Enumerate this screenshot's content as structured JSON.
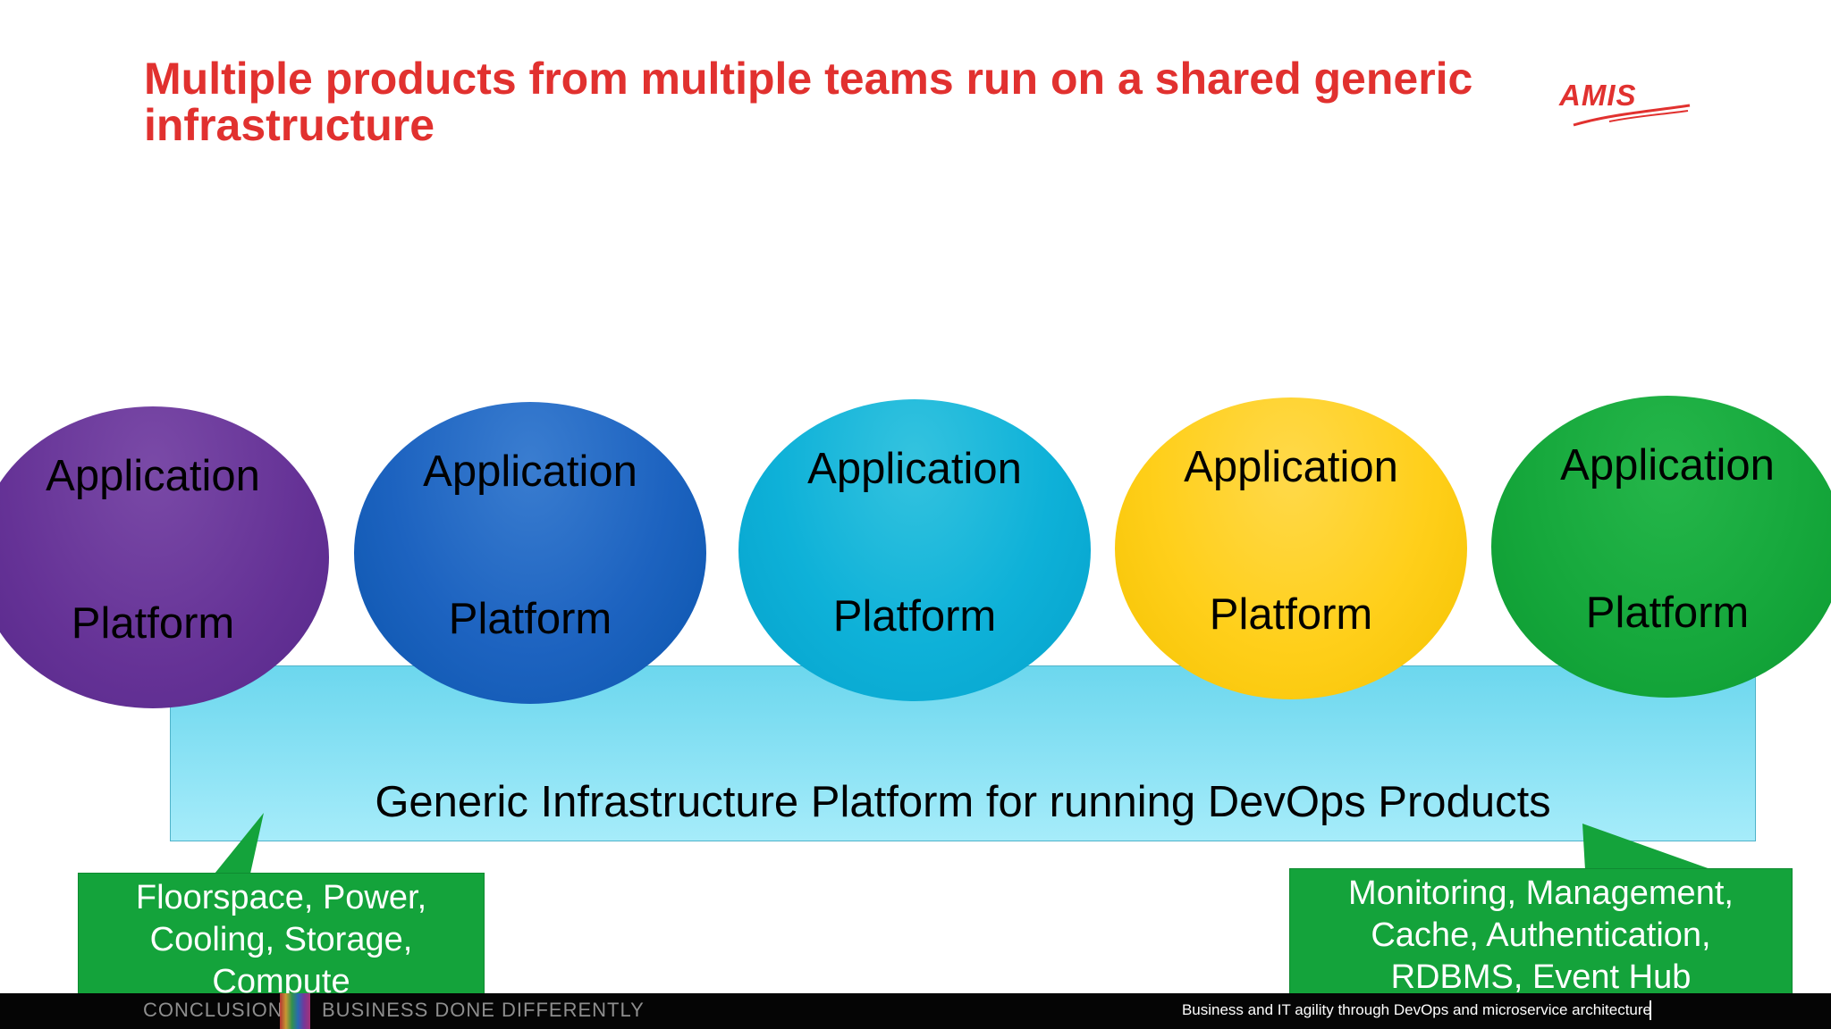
{
  "slide": {
    "title": "Multiple products from multiple teams run on a shared generic infrastructure",
    "logo_text": "AMIS",
    "accent_color": "#e1312f"
  },
  "platforms": [
    {
      "line1": "Application",
      "line2": "Platform",
      "color": "#653296"
    },
    {
      "line1": "Application",
      "line2": "Platform",
      "color": "#1d63c0"
    },
    {
      "line1": "Application",
      "line2": "Platform",
      "color": "#0eb1d8"
    },
    {
      "line1": "Application",
      "line2": "Platform",
      "color": "#ffcf1a"
    },
    {
      "line1": "Application",
      "line2": "Platform",
      "color": "#16a83c"
    }
  ],
  "infrastructure": {
    "label": "Generic Infrastructure Platform for running DevOps Products",
    "color": "#8ce2f4"
  },
  "callouts": {
    "left": [
      "Floorspace, Power,",
      "Cooling, Storage,",
      "Compute"
    ],
    "right": [
      "Monitoring, Management,",
      "Cache, Authentication,",
      "RDBMS, Event Hub"
    ],
    "color": "#14a33b"
  },
  "footer": {
    "left_text": "CONCLUSION",
    "mid_text": "BUSINESS DONE DIFFERENTLY",
    "right_text": "Business and IT agility through DevOps and microservice architecture"
  }
}
